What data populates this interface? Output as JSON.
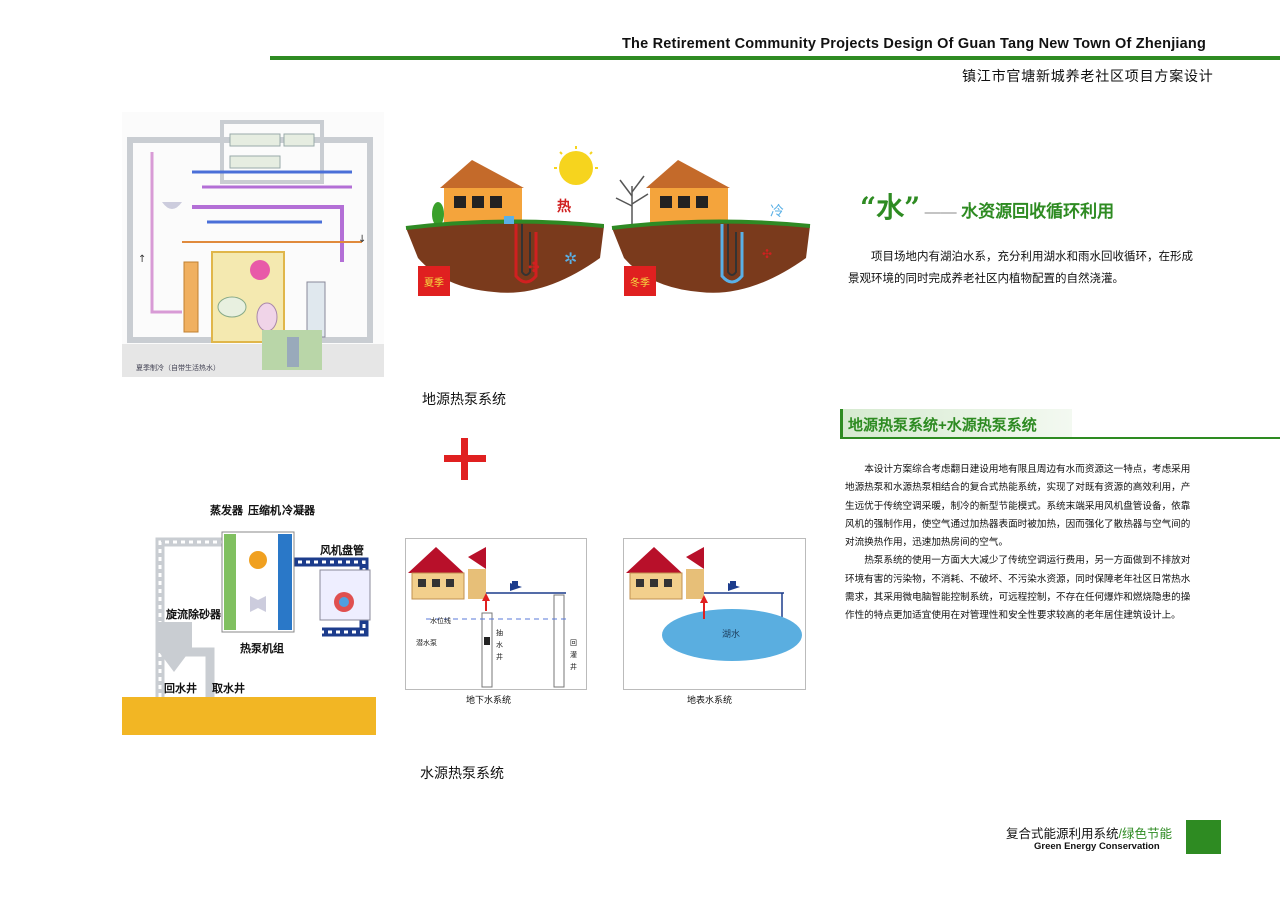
{
  "header": {
    "title_en": "The Retirement Community Projects Design Of Guan Tang New Town Of Zhenjiang",
    "title_cn": "镇江市官塘新城养老社区项目方案设计"
  },
  "ground_source": {
    "caption": "地源热泵系统",
    "schematic_note": "夏季制冷（自带生活热水）",
    "summer_tag": "夏季",
    "winter_tag": "冬季",
    "hot_label": "热",
    "cold_label": "冷"
  },
  "water_source": {
    "caption": "水源热泵系统",
    "labels": {
      "evaporator": "蒸发器",
      "compressor": "压缩机",
      "condenser": "冷凝器",
      "fan_coil": "风机盘管",
      "separator": "旋流除砂器",
      "unit": "热泵机组",
      "return_well": "回水井",
      "intake_well": "取水井"
    },
    "groundwater": {
      "caption": "地下水系统",
      "water_level": "水位线",
      "pump": "潜水泵",
      "pump_well": "抽水井",
      "recharge_well": "回灌井"
    },
    "surface": {
      "caption": "地表水系统",
      "lake": "湖水"
    }
  },
  "water_section": {
    "quote_title": "“水”",
    "dash": "——",
    "subtitle": "水资源回收循环利用",
    "paragraph": "项目场地内有湖泊水系，充分利用湖水和雨水回收循环，在形成景观环境的同时完成养老社区内植物配置的自然浇灌。"
  },
  "heat_pump_section": {
    "title": "地源热泵系统+水源热泵系统",
    "paragraphs": [
      "本设计方案综合考虑翻日建设用地有限且周边有水而资源这一特点，考虑采用地源热泵和水源热泵相结合的复合式热能系统，实现了对既有资源的高效利用，产生远优于传统空调采暖，制冷的新型节能模式。系统末端采用风机盘管设备，依靠风机的强制作用，使空气通过加热器表面时被加热，因而强化了散热器与空气间的对流换热作用，迅速加热房间的空气。",
      "热泵系统的使用一方面大大减少了传统空调运行费用，另一方面做到不排放对环境有害的污染物，不消耗、不破坏、不污染水资源，同时保障老年社区日常热水需求，其采用微电脑智能控制系统，可远程控制，不存在任何爆炸和燃烧隐患的操作性的特点更加适宜使用在对管理性和安全性要求较高的老年居住建筑设计上。"
    ]
  },
  "footer": {
    "title_cn": "复合式能源利用系统",
    "slash": "/",
    "title_cn_green": "绿色节能",
    "title_en": "Green Energy Conservation"
  },
  "colors": {
    "accent_green": "#2e8b22",
    "plus_red": "#e02020",
    "roof_red": "#b8102a",
    "water_blue": "#5aaee0"
  }
}
